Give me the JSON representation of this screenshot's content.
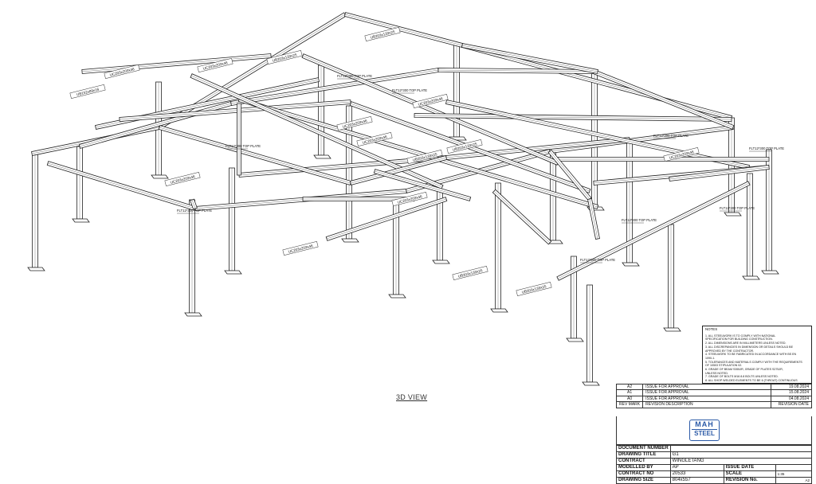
{
  "view_title": "3D VIEW",
  "notes": {
    "title": "NOTES",
    "lines": [
      "1. ALL STEELWORK IS TO COMPLY WITH NATIONAL",
      "   SPECIFICATION FOR BUILDING CONSTRUCTION.",
      "2. ALL DIMENSIONS ARE IN MILLIMETERS UNLESS NOTED.",
      "3. ALL DISCREPANCIES IN DIMENSION OR DETAILS SHOULD BE",
      "   APPROVED BY THE CONTRACTOR.",
      "4. STEELWORK TO BE FABRICATED IN ACCORDANCE WITH BS EN",
      "   1090-1.",
      "5. TOLERANCES AND MATERIALS COMPLY WITH THE REQUIREMENTS",
      "   OF 10503 STIPULATION 02.",
      "6. GRADE OF BEAM S355JR, GRADE OF PLATES S275JR,",
      "   UNLESS NOTED.",
      "7. GRADE OF BOLTS M16 8.8 BOLTS UNLESS NOTED.",
      "8. ALL SHOP WELDED ELEMENTS TO BE 6 (THROAT) CONTINUOUS",
      "   FILLET WELDS, UNLESS NOTED."
    ]
  },
  "revisions": [
    {
      "mark": "A2",
      "description": "ISSUE FOR APPROVAL",
      "date": "19.08.2024"
    },
    {
      "mark": "A1",
      "description": "ISSUE FOR APPROVAL",
      "date": "15.08.2024"
    },
    {
      "mark": "A0",
      "description": "ISSUE FOR APPROVAL",
      "date": "04.08.2024"
    }
  ],
  "revision_header": {
    "mark": "REV MARK",
    "description": "REVISION DESCRIPTION",
    "date": "REVISION DATE"
  },
  "logo": {
    "line1": "MAH",
    "line2": "STEEL",
    "color": "#2b5aa7"
  },
  "title_block": {
    "document_number_label": "DOCUMENT NUMBER",
    "document_number_value": "",
    "drawing_title_label": "DRAWING TITLE",
    "drawing_title_value": "G1",
    "contract_label": "CONTRACT",
    "contract_value": "WINGLETANG",
    "modelled_by_label": "MODELLED BY",
    "modelled_by_value": "AP",
    "issue_date_label": "ISSUE DATE",
    "issue_date_value": "",
    "contract_no_label": "CONTRACT NO",
    "contract_no_value": "20533",
    "scale_label": "SCALE",
    "scale_value": "1:35",
    "drawing_size_label": "DRAWING SIZE",
    "drawing_size_value": "804x557",
    "revision_no_label": "REVISION No.",
    "revision_no_value": "A2"
  },
  "member_tags": [
    "UB152x89x16",
    "UC203x203x46",
    "UC203x203x46",
    "UB203x133x25",
    "UB203x133x25",
    "UC203x203x46",
    "UC203x203x46",
    "UC203x203x46",
    "UB203x133x25",
    "UB203x133x25",
    "UC203x203x46",
    "UC203x203x46",
    "UC203x203x46",
    "UB203x133x25",
    "UB203x133x25",
    "UC203x203x46"
  ],
  "plate_labels": [
    "FLT12*300 TOP PLATE",
    "FLT12*300 TOP PLATE",
    "FLT12*300 TOP PLATE",
    "FLT12*300 TOP PLATE",
    "FLT12*300 TOP PLATE",
    "FLT12*300 TOP PLATE",
    "FLT12*300 TOP PLATE",
    "FLT12*300 TOP PLATE",
    "FLT12*300 TOP PLATE"
  ]
}
